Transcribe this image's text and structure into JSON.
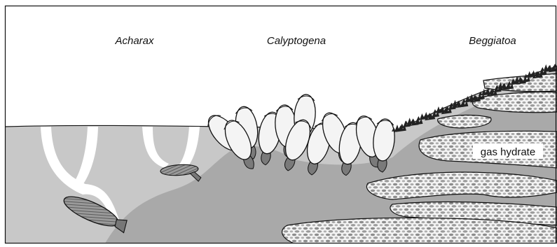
{
  "labels": {
    "acharax": "Acharax",
    "calyptogena": "Calyptogena",
    "beggiatoa": "Beggiatoa",
    "gas_hydrate": "gas hydrate"
  },
  "colors": {
    "sediment_dark": "#a9a9a9",
    "sediment_light": "#c8c8c8",
    "water": "#ffffff",
    "outline": "#111111",
    "clam_shell": "#f4f4f4",
    "clam_foot": "#7a7a7a",
    "acharax_shell": "#8f8f8f",
    "mat": "#222222"
  }
}
